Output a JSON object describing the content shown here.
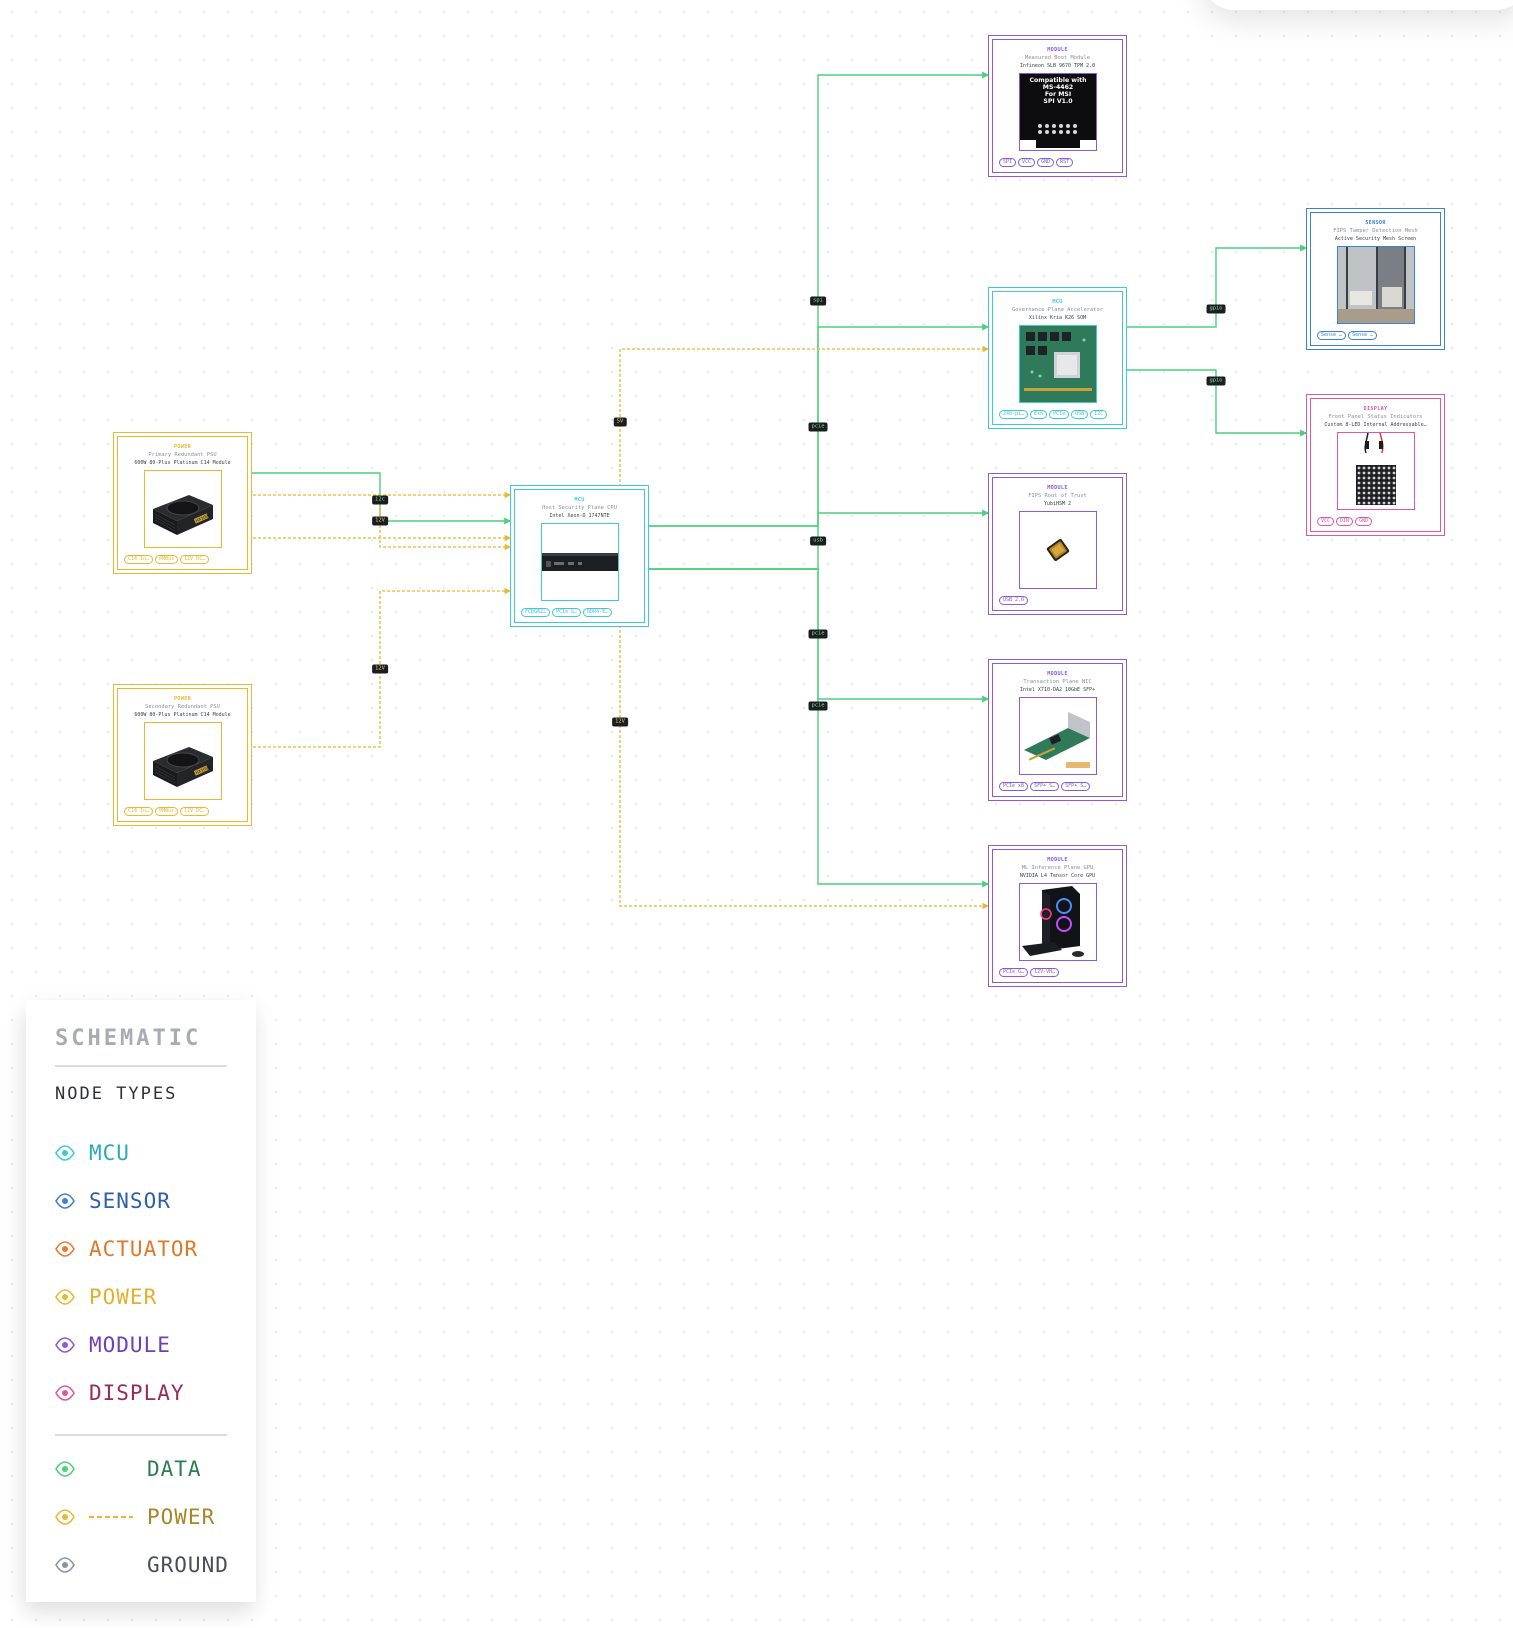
{
  "nodes": {
    "psu1": {
      "type": "POWER",
      "name": "Primary Redundant PSU",
      "part": "600W 80-Plus Platinum C14 Module",
      "pins": [
        "C14 In…",
        "PMBus",
        "12V DC…"
      ]
    },
    "psu2": {
      "type": "POWER",
      "name": "Secondary Redundant PSU",
      "part": "600W 80-Plus Platinum C14 Module",
      "pins": [
        "C14 In…",
        "PMBus",
        "12V DC…"
      ]
    },
    "cpu": {
      "type": "MCU",
      "name": "Host Security Plane CPU",
      "part": "Intel Xeon-D 1747NTE",
      "pins": [
        "FCBGA2…",
        "PCIe G…",
        "DDR4-E…"
      ]
    },
    "tpm": {
      "type": "MODULE",
      "name": "Measured Boot Module",
      "part": "Infineon SLB 9670 TPM 2.0",
      "pins": [
        "SPI",
        "VCC",
        "GND",
        "RST"
      ]
    },
    "fpga": {
      "type": "MCU",
      "name": "Governance Plane Accelerator",
      "part": "Xilinx Kria K26 SOM",
      "pins": [
        "240-pi…",
        "Eth",
        "PCIe",
        "USB",
        "I2C"
      ]
    },
    "yubi": {
      "type": "MODULE",
      "name": "FIPS Root of Trust",
      "part": "YubiHSM 2",
      "pins": [
        "USB 2.0"
      ]
    },
    "nic": {
      "type": "MODULE",
      "name": "Transaction Plane NIC",
      "part": "Intel X710-DA2 10GbE SFP+",
      "pins": [
        "PCIe x8",
        "SFP+ S…",
        "SFP+ S…"
      ]
    },
    "gpu": {
      "type": "MODULE",
      "name": "ML Inference Plane GPU",
      "part": "NVIDIA L4 Tensor Core GPU",
      "pins": [
        "PCIe G…",
        "12V-VH…"
      ]
    },
    "mesh": {
      "type": "SENSOR",
      "name": "FIPS Tamper Detection Mesh",
      "part": "Active Security Mesh Screen",
      "pins": [
        "Sense …",
        "Sense …"
      ]
    },
    "leds": {
      "type": "DISPLAY",
      "name": "Front Panel Status Indicators",
      "part": "Custom 8-LED Internal Addressable…",
      "pins": [
        "VCC",
        "DIN",
        "GND"
      ]
    }
  },
  "tpm_image_text": {
    "l1": "Compatible with",
    "l2": "MS-4462",
    "l3": "For MSI",
    "l4": "SPI V1.0"
  },
  "psu_badge": "HX1000",
  "wire_labels": {
    "spi": "spi",
    "pcie_a": "pcie",
    "usb": "usb",
    "pcie_b": "pcie",
    "pcie_c": "pcie",
    "gpio_a": "gpio",
    "gpio_b": "gpio",
    "i2c": "i2c",
    "v12_a": "12V",
    "v12_b": "12V",
    "v12_c": "12V",
    "v5": "5V"
  },
  "colors": {
    "mcu": "#3ec9d6",
    "sensor": "#3b82d6",
    "actuator": "#ea7a2c",
    "power": "#e8b830",
    "module": "#8a5ad8",
    "display": "#e0579a",
    "data": "#4cd07c",
    "ground": "#8d939c"
  },
  "legend": {
    "title": "SCHEMATIC",
    "subtitle": "NODE TYPES",
    "node_types": [
      {
        "label": "MCU",
        "icon": "eye-icon",
        "color": "#2aa9b8"
      },
      {
        "label": "SENSOR",
        "icon": "eye-icon",
        "color": "#2e5fa8"
      },
      {
        "label": "ACTUATOR",
        "icon": "eye-icon",
        "color": "#e0782a"
      },
      {
        "label": "POWER",
        "icon": "eye-icon",
        "color": "#e2b02a"
      },
      {
        "label": "MODULE",
        "icon": "eye-icon",
        "color": "#6e3fb8"
      },
      {
        "label": "DISPLAY",
        "icon": "eye-icon",
        "color": "#9a2a5e"
      }
    ],
    "wire_types": [
      {
        "label": "DATA",
        "icon": "eye-icon",
        "color": "#2e7d52",
        "style": "none"
      },
      {
        "label": "POWER",
        "icon": "eye-icon",
        "color": "#a3872a",
        "style": "dashed"
      },
      {
        "label": "GROUND",
        "icon": "eye-icon",
        "color": "#4a4e56",
        "style": "none"
      }
    ]
  }
}
